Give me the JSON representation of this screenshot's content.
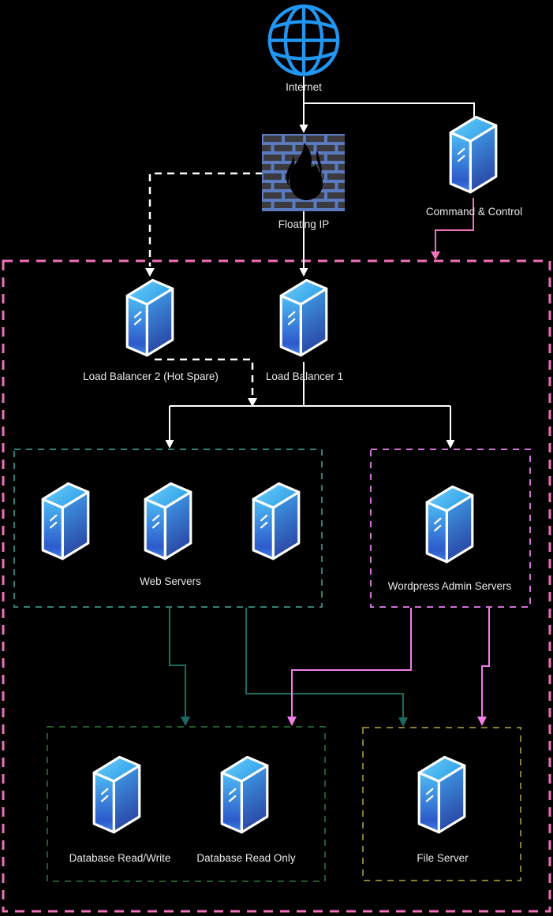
{
  "diagram": {
    "nodes": {
      "internet": {
        "label": "Internet",
        "icon": "globe-icon"
      },
      "floating_ip": {
        "label": "Floating IP",
        "icon": "firewall-flame-icon"
      },
      "command_control": {
        "label": "Command & Control",
        "icon": "server-tower-icon"
      },
      "load_balancer_2": {
        "label": "Load Balancer 2 (Hot Spare)",
        "icon": "server-tower-icon"
      },
      "load_balancer_1": {
        "label": "Load Balancer 1",
        "icon": "server-tower-icon"
      }
    },
    "groups": {
      "web_servers": {
        "label": "Web Servers",
        "server_count": 3
      },
      "wordpress_admin": {
        "label": "Wordpress Admin Servers",
        "server_count": 1
      },
      "database": {
        "servers": [
          {
            "label": "Database Read/Write"
          },
          {
            "label": "Database Read Only"
          }
        ]
      },
      "file_server": {
        "label": "File Server",
        "server_count": 1
      }
    },
    "edges": [
      {
        "from": "internet",
        "to": "floating_ip",
        "style": "solid",
        "color": "white"
      },
      {
        "from": "internet",
        "to": "command_control",
        "style": "solid",
        "color": "white"
      },
      {
        "from": "floating_ip",
        "to": "load_balancer_2",
        "style": "dashed",
        "color": "white"
      },
      {
        "from": "floating_ip",
        "to": "load_balancer_1",
        "style": "solid",
        "color": "white"
      },
      {
        "from": "command_control",
        "to": "private_boundary",
        "style": "solid",
        "color": "pink"
      },
      {
        "from": "load_balancer_2",
        "to": "load_balancer_1_feed",
        "style": "dashed",
        "color": "white"
      },
      {
        "from": "load_balancer_1",
        "to": "web_servers",
        "style": "solid",
        "color": "white"
      },
      {
        "from": "load_balancer_1",
        "to": "wordpress_admin",
        "style": "solid",
        "color": "white"
      },
      {
        "from": "web_servers",
        "to": "database",
        "style": "solid",
        "color": "teal"
      },
      {
        "from": "web_servers",
        "to": "file_server",
        "style": "solid",
        "color": "teal"
      },
      {
        "from": "wordpress_admin",
        "to": "database",
        "style": "solid",
        "color": "violet"
      },
      {
        "from": "wordpress_admin",
        "to": "file_server",
        "style": "solid",
        "color": "violet"
      }
    ]
  },
  "colors": {
    "bg": "#000000",
    "label-color": "#e8e8e8",
    "line-white": "#ffffff",
    "outer-pink": "#f170bb",
    "cc-pink": "#f170bb",
    "teal-border": "#337f78",
    "teal-line": "#1b6b61",
    "violet-border": "#d16fd6",
    "violet-line": "#f080e8",
    "green-border": "#205c2b",
    "olive-border": "#8a7c30",
    "globe-blue": "#2196f3",
    "wall-blue": "#5c7abf",
    "brick-dark": "#3b3b3f"
  }
}
